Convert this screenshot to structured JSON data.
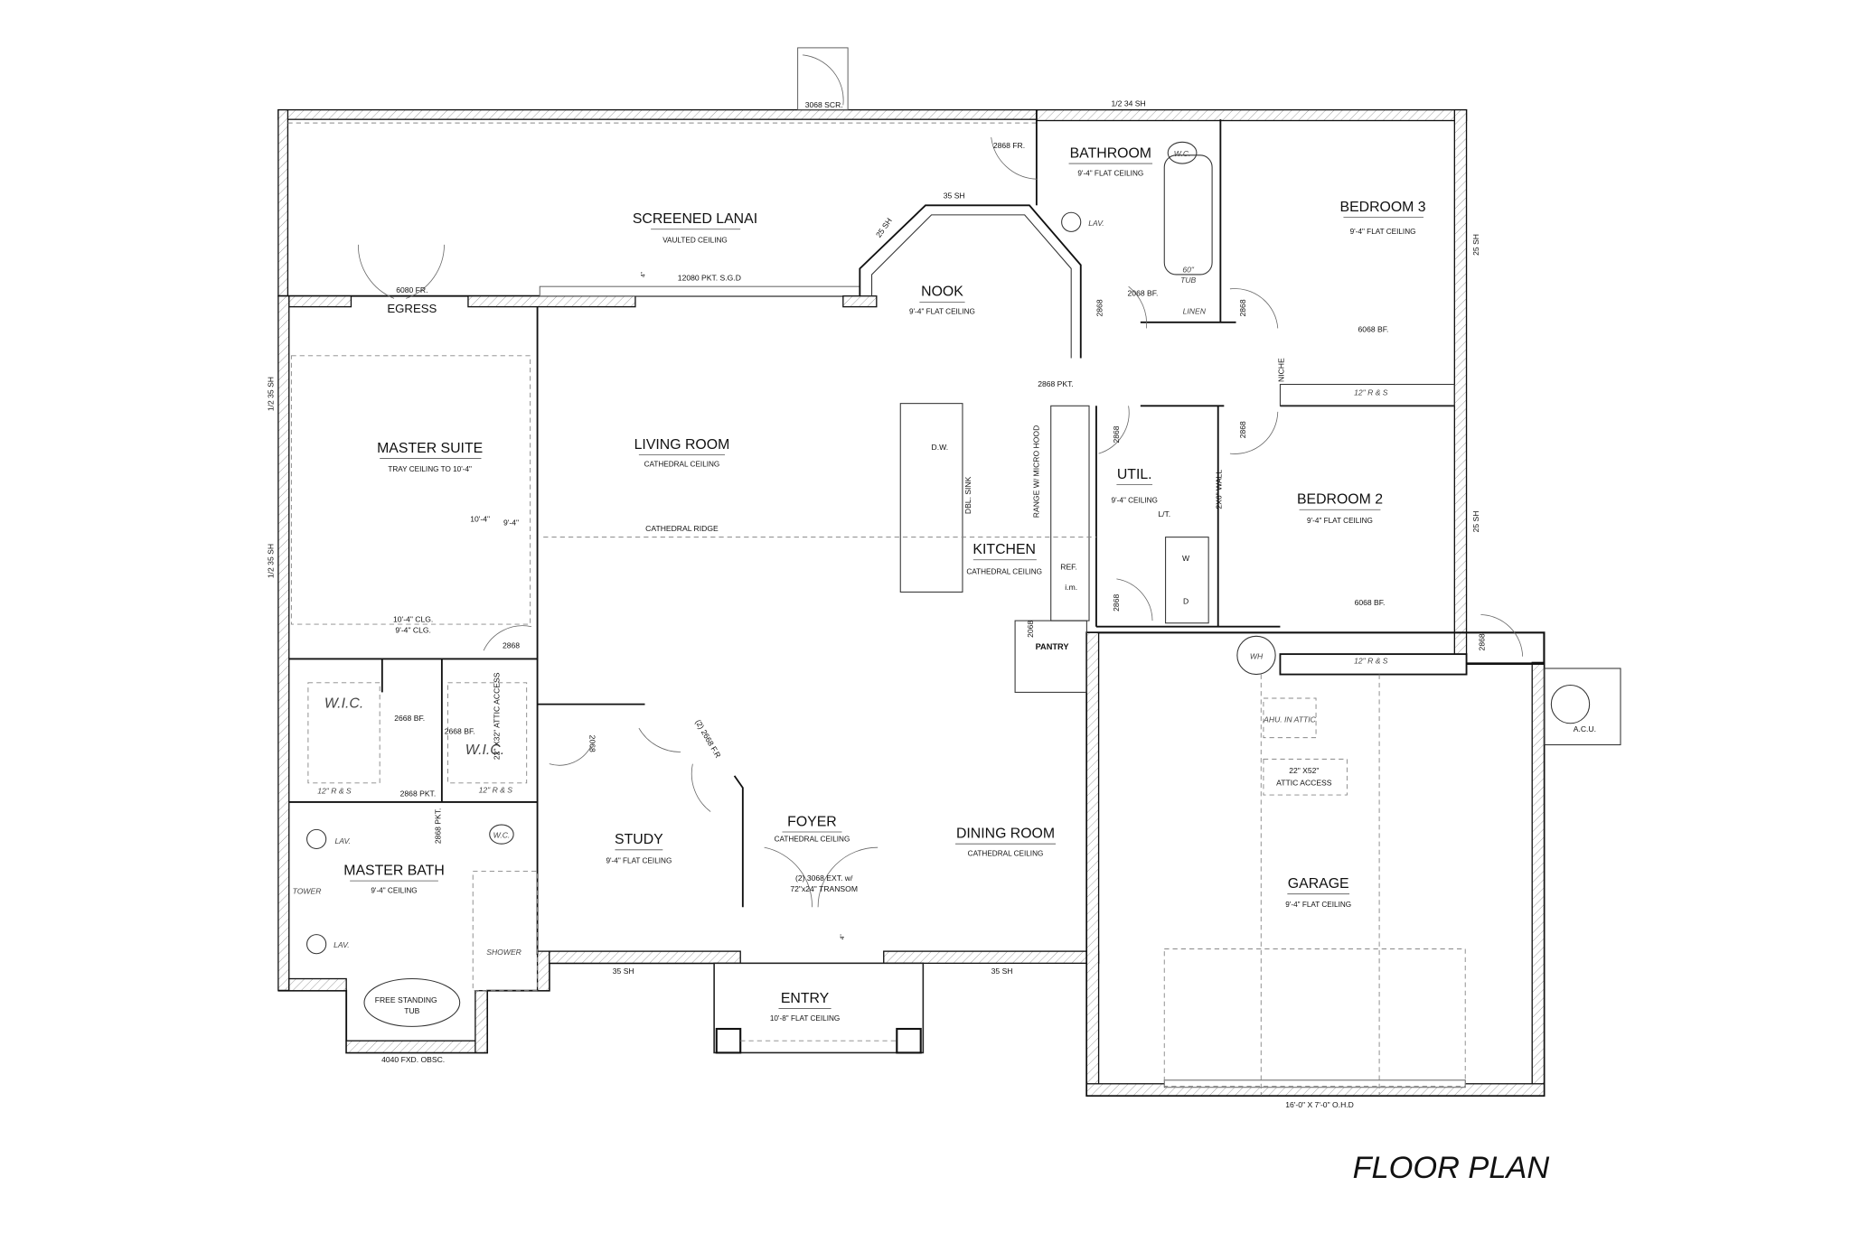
{
  "title": "FLOOR PLAN",
  "rooms": {
    "screened_lanai": {
      "name": "SCREENED LANAI",
      "ceiling": "VAULTED CEILING"
    },
    "bathroom": {
      "name": "BATHROOM",
      "ceiling": "9'-4\" FLAT CEILING"
    },
    "bedroom3": {
      "name": "BEDROOM 3",
      "ceiling": "9'-4\" FLAT CEILING"
    },
    "nook": {
      "name": "NOOK",
      "ceiling": "9'-4\" FLAT CEILING"
    },
    "master_suite": {
      "name": "MASTER SUITE",
      "ceiling": "TRAY CEILING TO 10'-4\""
    },
    "living_room": {
      "name": "LIVING ROOM",
      "ceiling": "CATHEDRAL CEILING"
    },
    "util": {
      "name": "UTIL.",
      "ceiling": "9'-4\" CEILING"
    },
    "bedroom2": {
      "name": "BEDROOM 2",
      "ceiling": "9'-4\" FLAT CEILING"
    },
    "kitchen": {
      "name": "KITCHEN",
      "ceiling": "CATHEDRAL CEILING"
    },
    "pantry": {
      "name": "PANTRY"
    },
    "foyer": {
      "name": "FOYER",
      "ceiling": "CATHEDRAL CEILING"
    },
    "study": {
      "name": "STUDY",
      "ceiling": "9'-4\" FLAT CEILING"
    },
    "dining_room": {
      "name": "DINING ROOM",
      "ceiling": "CATHEDRAL CEILING"
    },
    "master_bath": {
      "name": "MASTER BATH",
      "ceiling": "9'-4\" CEILING"
    },
    "entry": {
      "name": "ENTRY",
      "ceiling": "10'-8\" FLAT CEILING"
    },
    "garage": {
      "name": "GARAGE",
      "ceiling": "9'-4\" FLAT CEILING"
    },
    "egress": {
      "name": "EGRESS"
    }
  },
  "annotations": {
    "scr_door": "3068 SCR.",
    "bath_window": "1/2 34 SH",
    "fr_door": "2868 FR.",
    "nook_window": "35 SH",
    "nook_angle_window": "25 SH",
    "bed3_window": "25 SH",
    "bed2_window": "25 SH",
    "sgd": "12080 PKT. S.G.D",
    "sgd_dim": "4\"",
    "fr_6080": "6080 FR.",
    "linen_door": "2068 BF.",
    "bath_door": "2868",
    "bed3_door": "2868",
    "bed3_closet": "6068 BF.",
    "niche": "NICHE",
    "bed3_rs": "12\" R & S",
    "pocket_door": "2868 PKT.",
    "ms_window1": "1/2 35 SH",
    "ms_window2": "1/2 35 SH",
    "util_door1": "2868",
    "bed2_door": "2868",
    "util_door2": "2868",
    "wall_2x6": "2X6\" WALL",
    "lt": "L/T.",
    "washer": "W",
    "dryer": "D",
    "tray_hi": "10'-4\"",
    "tray_lo": "9'-4\"",
    "ridge": "CATHEDRAL RIDGE",
    "dw": "D.W.",
    "dbl_sink": "DBL. SINK",
    "range": "RANGE W/ MICRO HOOD",
    "ref": "REF.",
    "im": "i.m.",
    "bed2_closet": "6068 BF.",
    "clg1": "10'-4\" CLG.",
    "clg2": "9'-4\" CLG.",
    "pantry_door": "2068",
    "ms_door": "2868",
    "wh": "WH",
    "garage_door": "2868",
    "bed2_rs": "12\" R & S",
    "wic1": "W.I.C.",
    "wic2": "W.I.C.",
    "attic1": "22\" X32\" ATTIC ACCESS",
    "wic1_door": "2668 BF.",
    "wic2_door": "2668 BF.",
    "ahu": "AHU. IN ATTIC",
    "acu": "A.C.U.",
    "study_door": "(2) 2668 F.R",
    "study_side_door": "2068",
    "attic2_l1": "22\" X52\"",
    "attic2_l2": "ATTIC ACCESS",
    "wic1_rs": "12\" R & S",
    "wic_pkt": "2868 PKT.",
    "wic2_rs": "12\" R & S",
    "mb_pkt": "2868 PKT.",
    "lav1": "LAV.",
    "lav2": "LAV.",
    "lav3": "LAV.",
    "wc1": "W.C.",
    "wc2": "W.C.",
    "tub60_1": "60\"",
    "tub60_2": "TUB",
    "linen": "LINEN",
    "entry_door1": "(2) 3068 EXT. w/",
    "entry_door2": "72\"x24\" TRANSOM",
    "entry_dim": "4\"",
    "tower": "TOWER",
    "shower": "SHOWER",
    "study_window": "35 SH",
    "dining_window": "35 SH",
    "tub1": "FREE STANDING",
    "tub2": "TUB",
    "mb_window": "4040 FXD. OBSC.",
    "ohd": "16'-0\" X 7'-0\" O.H.D"
  }
}
